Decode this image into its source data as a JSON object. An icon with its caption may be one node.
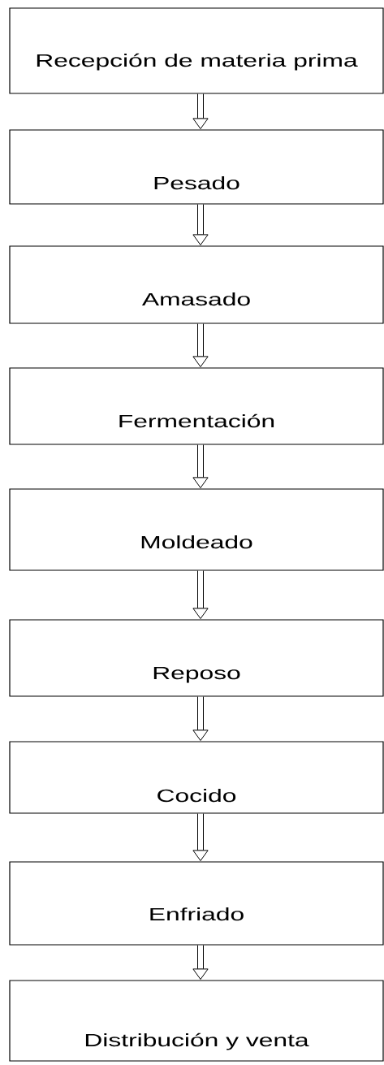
{
  "diagram": {
    "nodes": [
      {
        "text": [
          "Recepción de materia prima"
        ]
      },
      {
        "text": [
          "Pesado"
        ]
      },
      {
        "text": [
          "Amasado"
        ]
      },
      {
        "text": [
          "Fermentación"
        ]
      },
      {
        "text": [
          "Moldeado"
        ]
      },
      {
        "text": [
          "Reposo"
        ]
      },
      {
        "text": [
          "Cocido"
        ]
      },
      {
        "text": [
          "Enfriado"
        ]
      },
      {
        "text": [
          "Distribución y venta"
        ]
      }
    ],
    "edges": [
      {
        "from": 0,
        "to": 1,
        "arrow": "to"
      },
      {
        "from": 1,
        "to": 2,
        "arrow": "to"
      },
      {
        "from": 2,
        "to": 3,
        "arrow": "to"
      },
      {
        "from": 3,
        "to": 4,
        "arrow": "to"
      },
      {
        "from": 4,
        "to": 5,
        "arrow": "to"
      },
      {
        "from": 5,
        "to": 6,
        "arrow": "to"
      },
      {
        "from": 6,
        "to": 7,
        "arrow": "to"
      },
      {
        "from": 7,
        "to": 8,
        "arrow": "to"
      }
    ]
  }
}
